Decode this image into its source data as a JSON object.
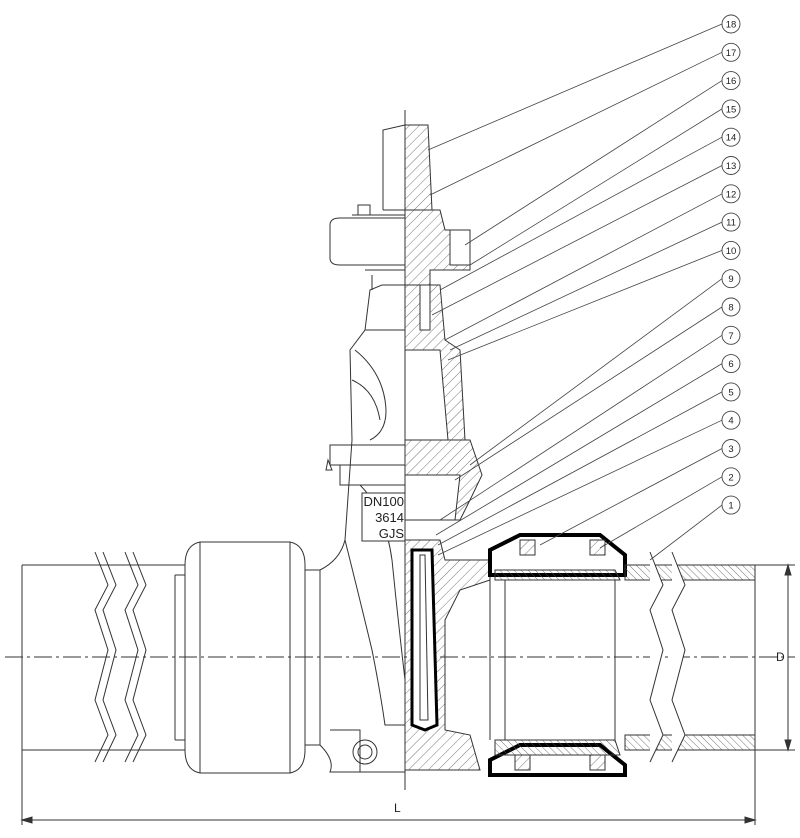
{
  "drawing": {
    "balloons": [
      "18",
      "17",
      "16",
      "15",
      "14",
      "13",
      "12",
      "11",
      "10",
      "9",
      "8",
      "7",
      "6",
      "5",
      "4",
      "3",
      "2",
      "1"
    ],
    "dimension_length": "L",
    "dimension_diameter": "D",
    "body_marking": [
      "DN100",
      "3614",
      "GJS"
    ]
  }
}
